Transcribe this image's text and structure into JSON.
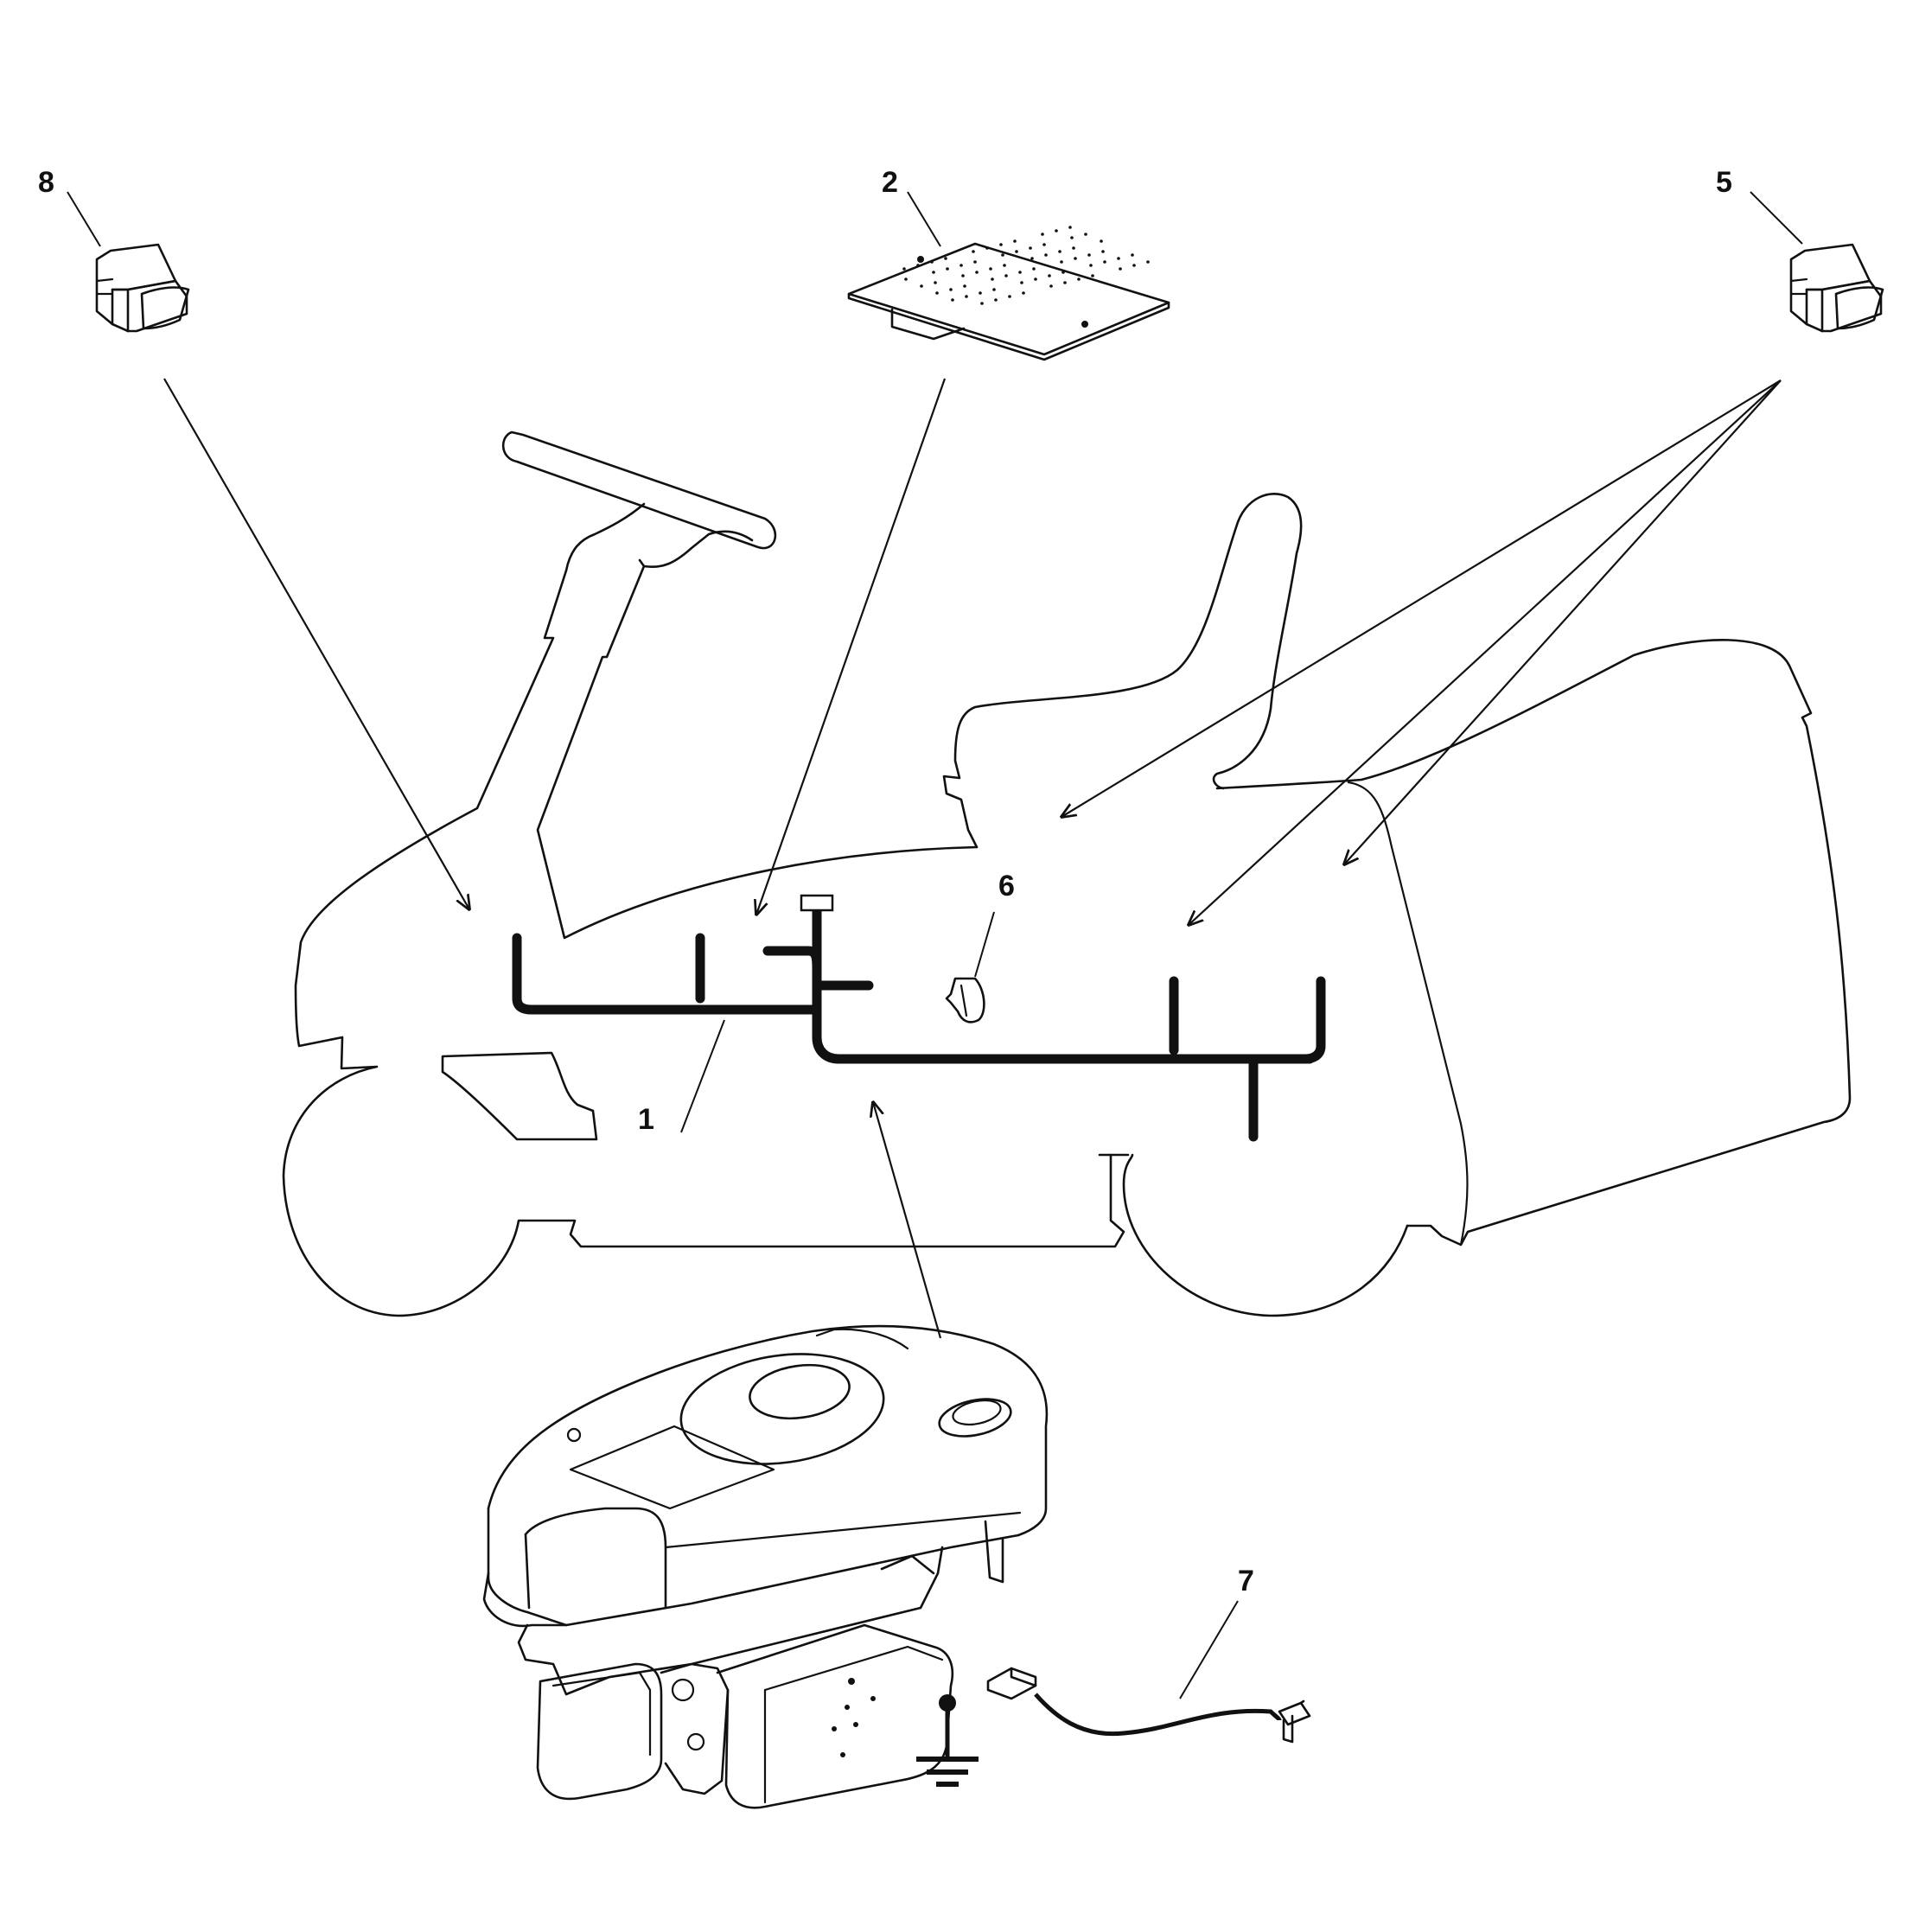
{
  "callouts": [
    {
      "id": "1",
      "label": "1"
    },
    {
      "id": "2",
      "label": "2"
    },
    {
      "id": "5",
      "label": "5"
    },
    {
      "id": "6",
      "label": "6"
    },
    {
      "id": "7",
      "label": "7"
    },
    {
      "id": "8",
      "label": "8"
    }
  ],
  "colors": {
    "line": "#111111",
    "background": "#ffffff"
  }
}
